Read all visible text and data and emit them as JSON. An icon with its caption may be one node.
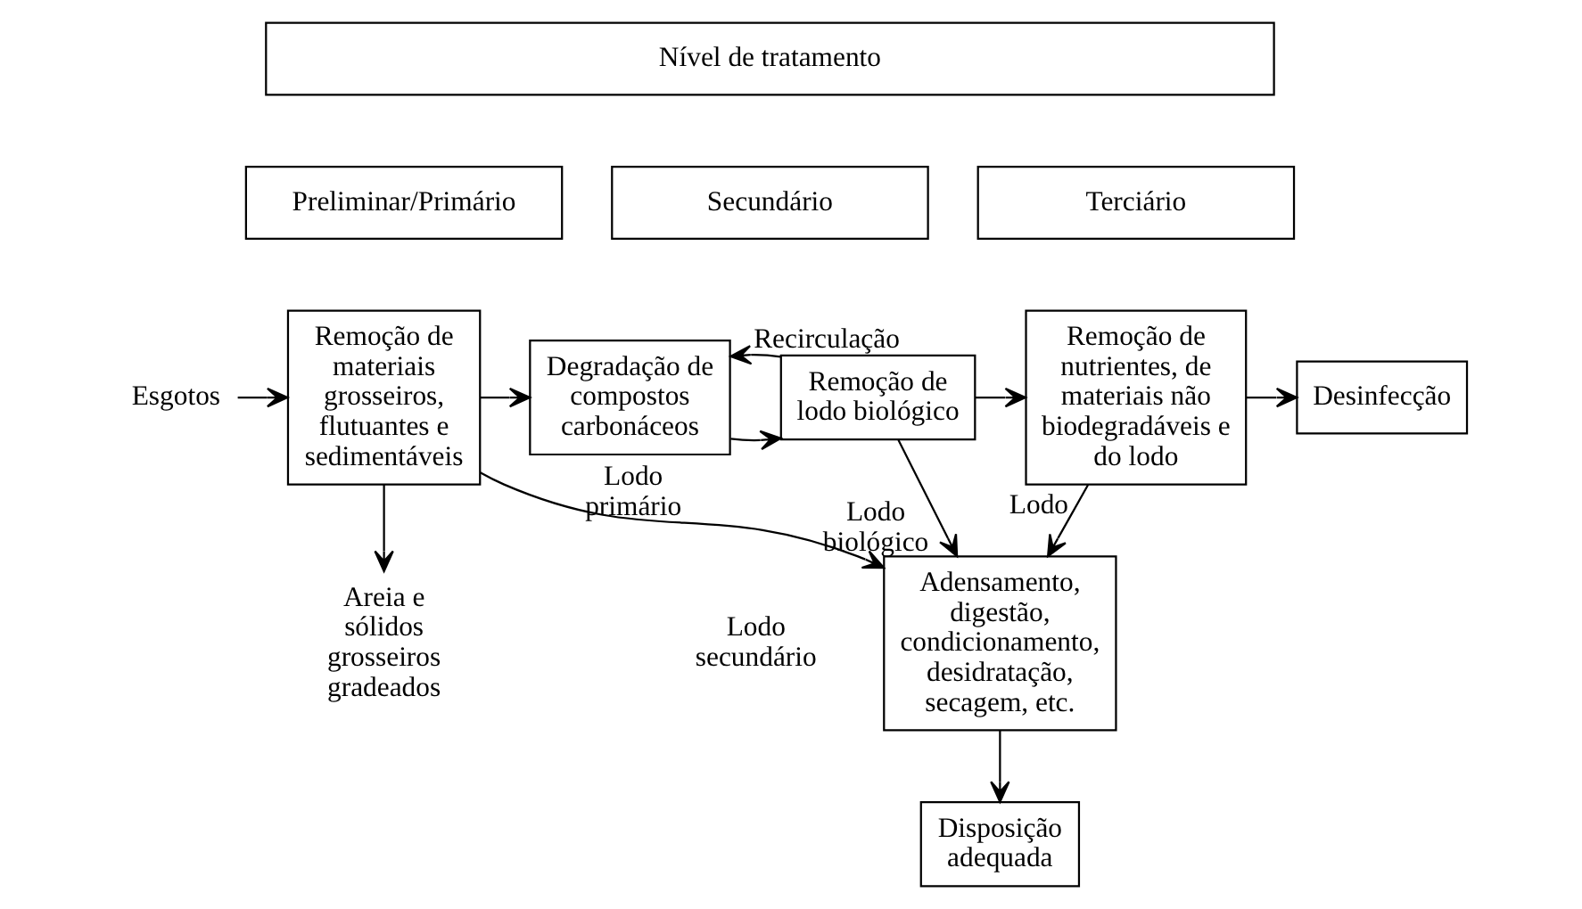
{
  "diagram": {
    "nodes": [
      {
        "text": [
          "Nível de tratamento"
        ]
      },
      {
        "text": [
          "Preliminar/Primário"
        ]
      },
      {
        "text": [
          "Secundário"
        ]
      },
      {
        "text": [
          "Terciário"
        ]
      },
      {
        "text": [
          "Esgotos"
        ]
      },
      {
        "text": [
          "Remoção de materiais grosseiros, flutuantes e sedimentáveis"
        ]
      },
      {
        "text": [
          "Degradação de compostos carbonáceos"
        ]
      },
      {
        "text": [
          "Remoção de lodo biológico"
        ]
      },
      {
        "text": [
          "Remoção de nutrientes, de materiais não biodegradáveis e do lodo"
        ]
      },
      {
        "text": [
          "Desinfecção"
        ]
      },
      {
        "text": [
          "Areia e sólidos grosseiros gradeados"
        ]
      },
      {
        "text": [
          "Adensamento, digestão, condicionamento, desidratação, secagem, etc."
        ]
      },
      {
        "text": [
          "Disposição adequada"
        ]
      }
    ],
    "edges": [
      {
        "from": 4,
        "to": 5,
        "arrow": "to"
      },
      {
        "from": 5,
        "to": 6,
        "arrow": "to"
      },
      {
        "from": 6,
        "to": 7,
        "arrow": "to"
      },
      {
        "from": 7,
        "to": 8,
        "arrow": "to"
      },
      {
        "from": 8,
        "to": 9,
        "arrow": "to"
      },
      {
        "from": 5,
        "to": 10,
        "arrow": "to"
      },
      {
        "from": 7,
        "to": 6,
        "label": "Recirculação",
        "arrow": "to"
      },
      {
        "from": 7,
        "to": 11,
        "label": "Lodo biológico",
        "arrow": "to"
      },
      {
        "from": 5,
        "to": 11,
        "label": "Lodo primário",
        "arrow": "to"
      },
      {
        "from": 8,
        "to": 11,
        "label": "Lodo",
        "arrow": "to"
      },
      {
        "from": 11,
        "to": 12,
        "arrow": "to"
      }
    ],
    "labels": [
      "Lodo secundário"
    ]
  }
}
